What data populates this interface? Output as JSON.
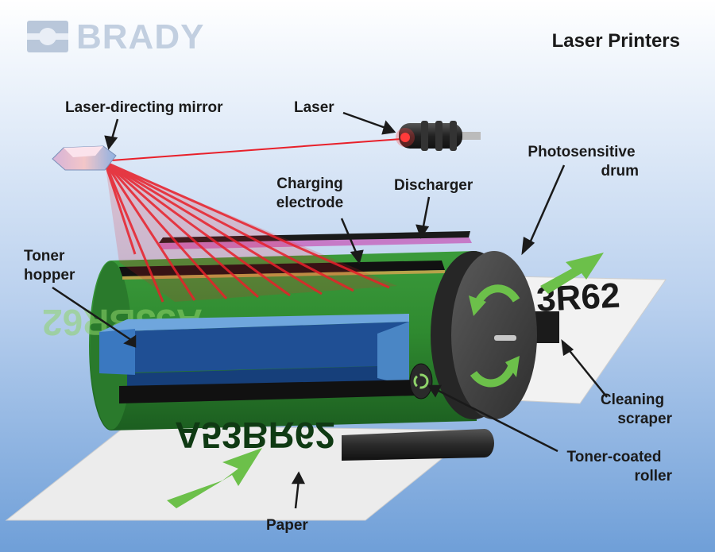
{
  "brand": {
    "logo_text": "BRADY"
  },
  "title": "Laser Printers",
  "labels": {
    "mirror": "Laser-directing mirror",
    "laser": "Laser",
    "drum_line1": "Photosensitive",
    "drum_line2": "drum",
    "charging_line1": "Charging",
    "charging_line2": "electrode",
    "discharger": "Discharger",
    "hopper_line1": "Toner",
    "hopper_line2": "hopper",
    "scraper_line1": "Cleaning",
    "scraper_line2": "scraper",
    "roller_line1": "Toner-coated",
    "roller_line2": "roller",
    "paper": "Paper"
  },
  "drum_print": {
    "text": "A53BR62"
  },
  "paper_print": {
    "text": "3R62"
  },
  "colors": {
    "drum_green": "#3a9a3a",
    "toner_blue": "#3f86c8",
    "laser_red": "#e8202a",
    "arrow_green": "#6cc04a"
  }
}
